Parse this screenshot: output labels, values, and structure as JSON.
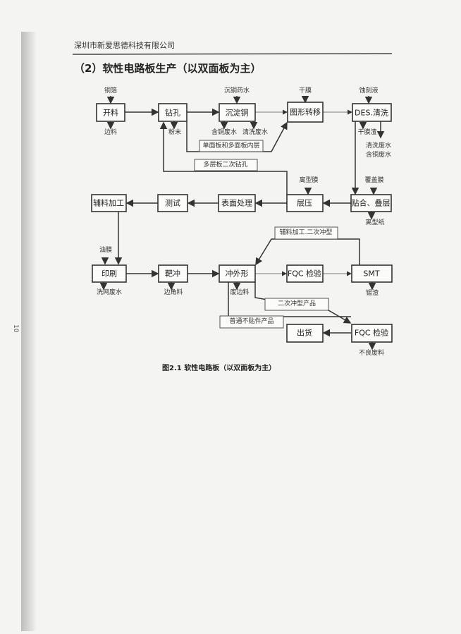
{
  "header": {
    "company": "深圳市新爱思德科技有限公司"
  },
  "section_title": "（2）软性电路板生产（以双面板为主）",
  "page_number": "10",
  "caption": "图2.1  软性电路板（以双面板为主）",
  "process": {
    "kailiao": "开料",
    "zuankong": "钻孔",
    "chendiantong": "沉淀铜",
    "tuxing": "图形转移",
    "des": "DES.清洗",
    "cengya": "层压",
    "tiehe": "贴合、叠层",
    "biaomian": "表面处理",
    "ceshi": "测试",
    "fuliao": "辅料加工",
    "yinshua": "印刷",
    "bachong": "靶冲",
    "chongwaixing": "冲外形",
    "fqc1": "FQC 检验",
    "smt": "SMT",
    "fqc2": "FQC 检验",
    "chuhuo": "出货"
  },
  "inputs": {
    "tongbo": "铜箔",
    "chentongyaoshui": "沉铜药水",
    "ganmo": "干膜",
    "shikeye": "蚀刻液",
    "lixingmo": "离型膜",
    "fugaimo": "覆盖膜",
    "youmo": "油膜"
  },
  "outputs": {
    "bianliao": "边料",
    "fenmo": "粉末",
    "hantongfeishui": "含铜废水",
    "qingxifeishui": "清洗废水",
    "ganmozha": "干膜渣",
    "qingxifeishui2": "清洗废水",
    "hantongfeishui2": "含铜废水",
    "lixingzhi": "离型纸",
    "xiwangfeishui": "洗网废水",
    "bianjiaoliao": "边角料",
    "feibianliao": "废边料",
    "xiyan": "锡渣",
    "buliangfeiliao": "不良废料"
  },
  "branch_labels": {
    "danmian": "单面板和多面板内层",
    "duoceng": "多层板二次钻孔",
    "fuliao2": "辅料加工.二次冲型",
    "erci": "二次冲型产品",
    "putong": "普通不贴件产品"
  }
}
